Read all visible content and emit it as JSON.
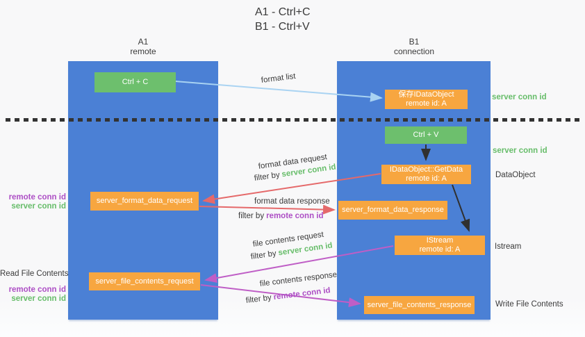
{
  "title": {
    "line1": "A1 - Ctrl+C",
    "line2": "B1 - Ctrl+V"
  },
  "columns": {
    "a1": {
      "name": "A1",
      "subtitle": "remote"
    },
    "b1": {
      "name": "B1",
      "subtitle": "connection"
    }
  },
  "nodes": {
    "ctrl_c": "Ctrl + C",
    "save_idataobject": {
      "line1": "保存IDataObject",
      "line2": "remote id: A"
    },
    "ctrl_v": "Ctrl + V",
    "getdata": {
      "line1": "IDataObject::GetData",
      "line2": "remote id: A"
    },
    "format_request": "server_format_data_request",
    "format_response": "server_format_data_response",
    "istream": {
      "line1": "IStream",
      "line2": "remote id: A"
    },
    "file_request": "server_file_contents_request",
    "file_response": "server_file_contents_response"
  },
  "side_labels": {
    "server_conn_id_top": "server conn id",
    "server_conn_id_mid": "server conn id",
    "dataobject": "DataObject",
    "istream": "Istream",
    "write_file_contents": "Write File Contents",
    "read_file_contents": "Read File Contents",
    "left_remote_conn_id_1": "remote conn id",
    "left_server_conn_id_1": "server conn id",
    "left_remote_conn_id_2": "remote conn id",
    "left_server_conn_id_2": "server conn id"
  },
  "arrow_labels": {
    "format_list": "format list",
    "format_data_request": "format data request",
    "filter_by_1": "filter by",
    "filter_server_1": "server conn id",
    "format_data_response": "format data response",
    "filter_by_2": "filter by",
    "filter_remote_2": "remote conn id",
    "file_contents_request": "file contents request",
    "filter_by_3": "filter by",
    "filter_server_3": "server conn id",
    "file_contents_response": "file contents response",
    "filter_by_4": "filter by",
    "filter_remote_4": "remote conn id"
  },
  "colors": {
    "column_blue": "#4b80d5",
    "node_green": "#6dbf6d",
    "node_orange": "#f7a640",
    "server_conn_id_green": "#67bd6a",
    "remote_conn_id_purple": "#ad4fc5",
    "arrow_light_blue": "#a9d3f2",
    "arrow_red": "#e5696a",
    "arrow_magenta": "#bf5ec6",
    "arrow_black": "#303030",
    "divider_dark": "#333333",
    "background": "#f8f8f9"
  }
}
